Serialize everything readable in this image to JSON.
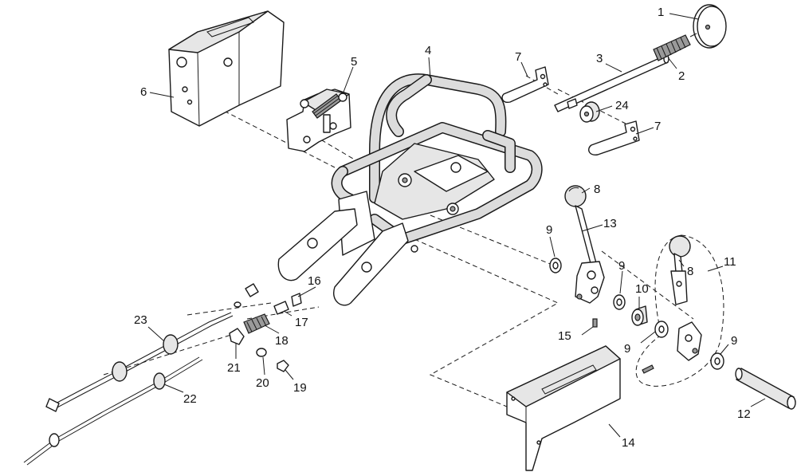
{
  "callouts": {
    "c1": "1",
    "c2": "2",
    "c3": "3",
    "c4": "4",
    "c5": "5",
    "c6": "6",
    "c7a": "7",
    "c7b": "7",
    "c8a": "8",
    "c8b": "8",
    "c9a": "9",
    "c9b": "9",
    "c9c": "9",
    "c9d": "9",
    "c10": "10",
    "c11": "11",
    "c12": "12",
    "c13": "13",
    "c14": "14",
    "c15": "15",
    "c16": "16",
    "c17": "17",
    "c18": "18",
    "c19": "19",
    "c20": "20",
    "c21": "21",
    "c22": "22",
    "c23": "23",
    "c24": "24"
  },
  "colors": {
    "line": "#1a1a1a",
    "fill": "#ffffff",
    "shade": "#e6e6e6",
    "dark": "#9a9a9a"
  }
}
